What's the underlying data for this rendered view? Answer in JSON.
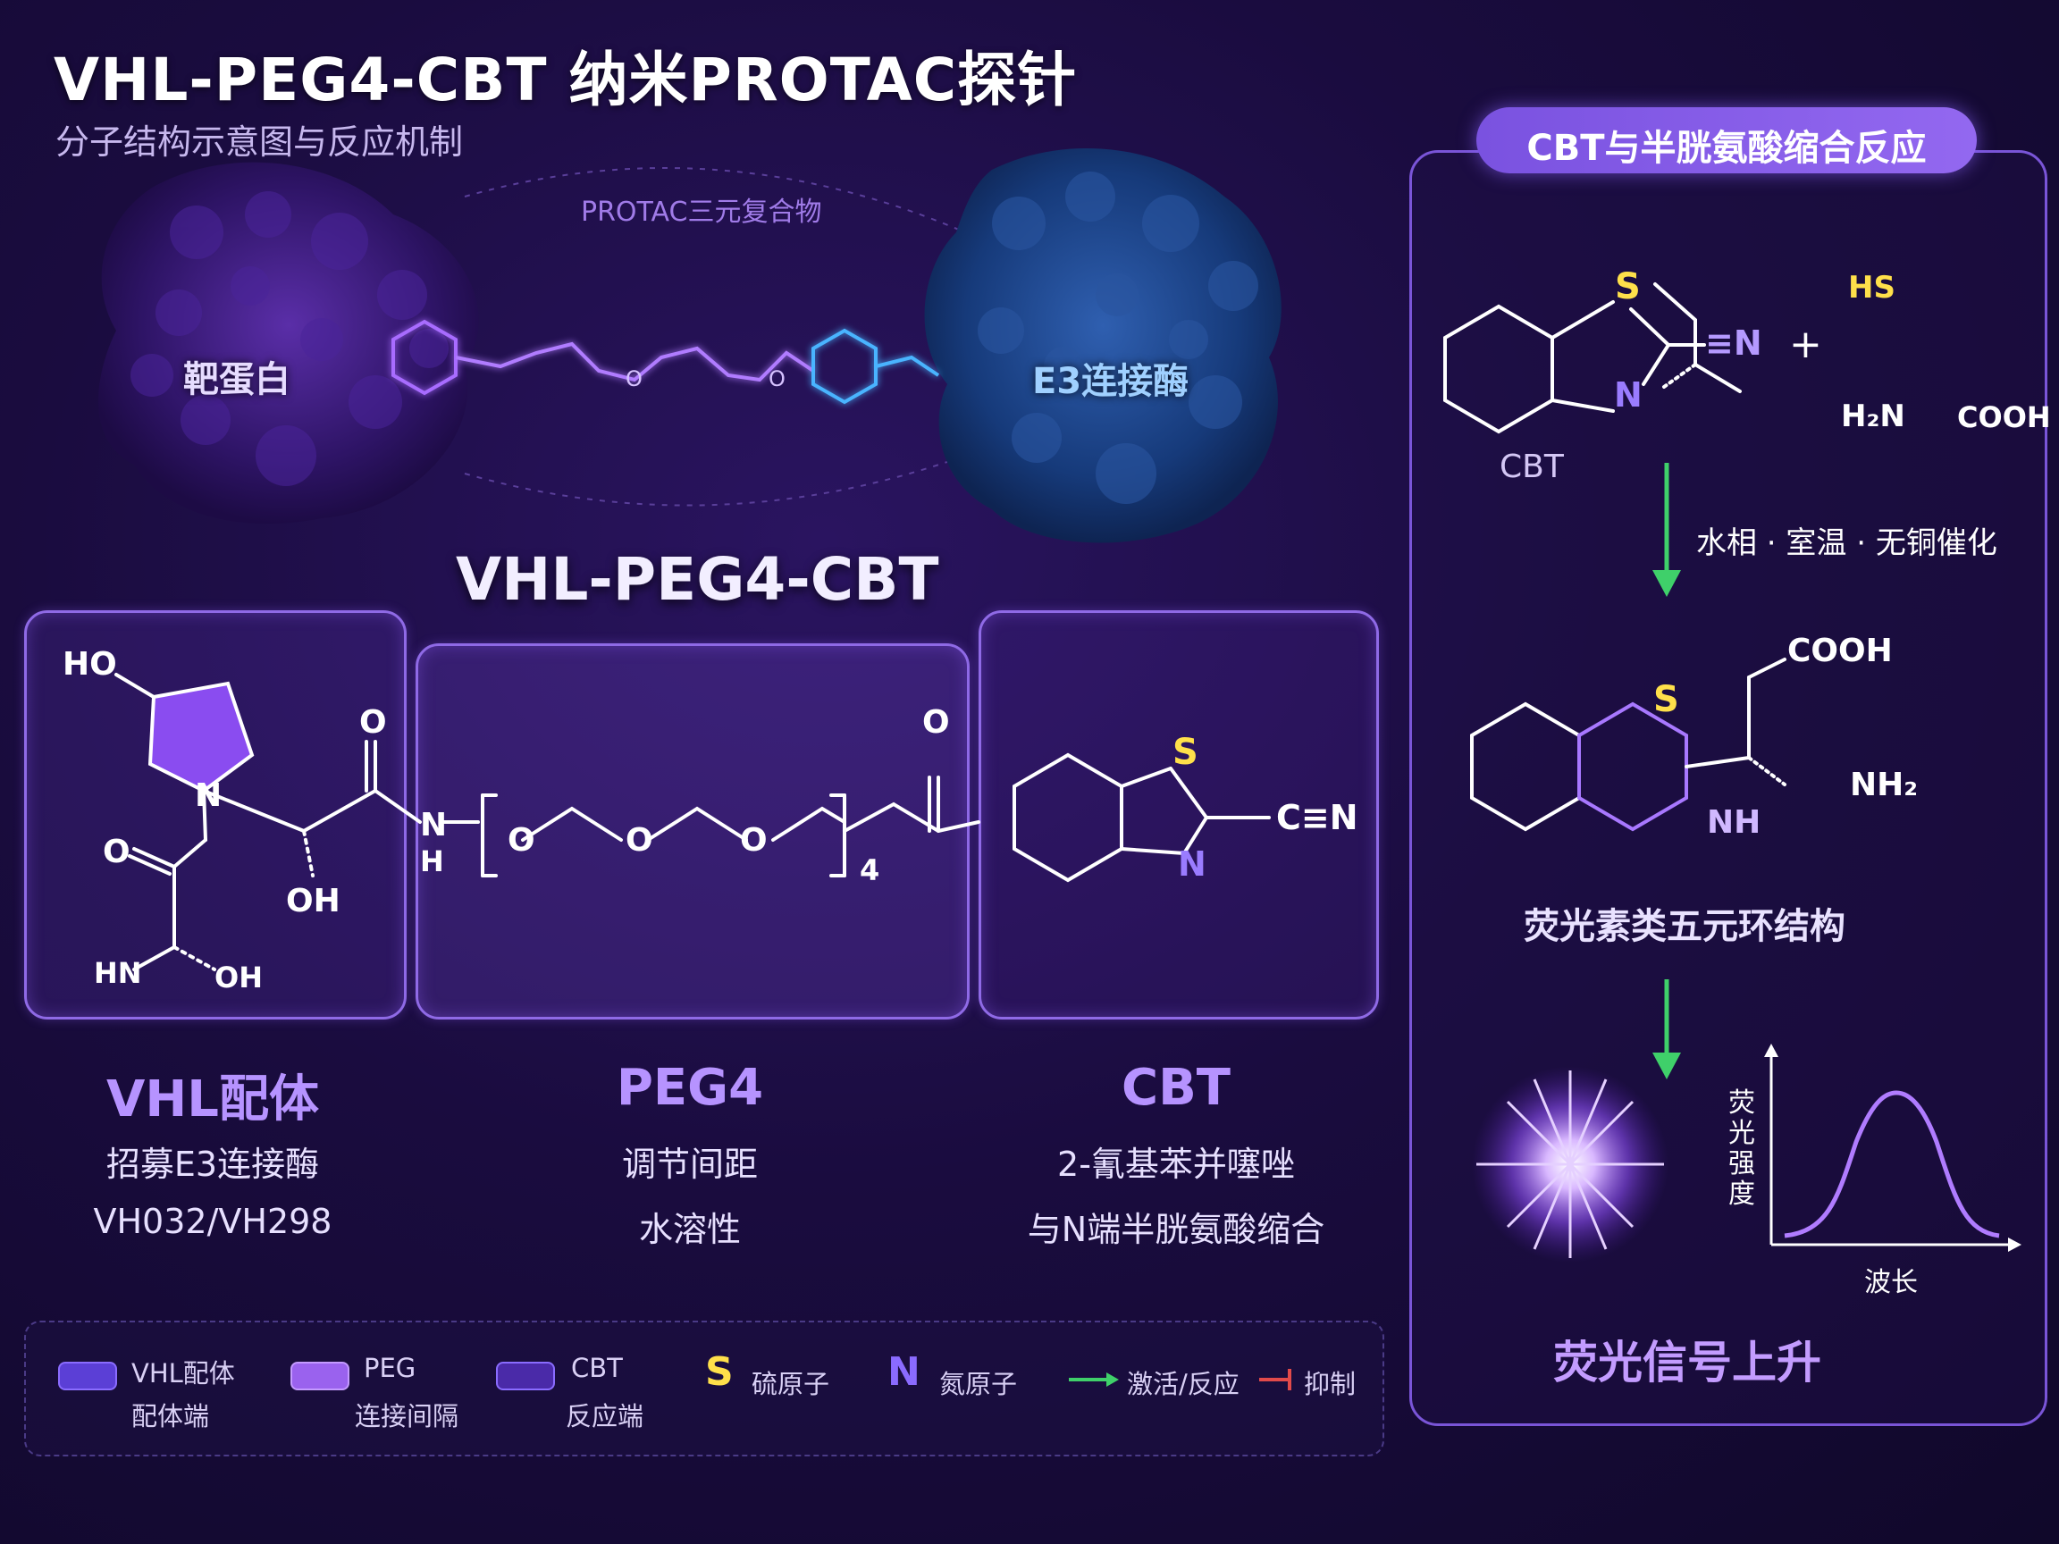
{
  "header": {
    "title": "VHL-PEG4-CBT 纳米PROTAC探针",
    "subtitle": "分子结构示意图与反应机制"
  },
  "complex": {
    "label": "PROTAC三元复合物",
    "target_protein": "靶蛋白",
    "e3_ligase": "E3连接酶"
  },
  "molecule": {
    "title": "VHL-PEG4-CBT",
    "atoms": {
      "ho": "HO",
      "n": "N",
      "o": "O",
      "oh": "OH",
      "hn": "HN",
      "nh_n": "N",
      "nh_h": "H",
      "s": "S",
      "cn": "C≡N",
      "sub4": "4"
    }
  },
  "segments": [
    {
      "title": "VHL配体",
      "line1": "招募E3连接酶",
      "line2": "VH032/VH298"
    },
    {
      "title": "PEG4",
      "line1": "调节间距",
      "line2": "水溶性"
    },
    {
      "title": "CBT",
      "line1": "2-氰基苯并噻唑",
      "line2": "与N端半胱氨酸缩合"
    }
  ],
  "legend": {
    "items": [
      {
        "line1": "VHL配体",
        "line2": "配体端",
        "color": "#5b3fd6"
      },
      {
        "line1": "PEG",
        "line2": "连接间隔",
        "color": "#9a62ee"
      },
      {
        "line1": "CBT",
        "line2": "反应端",
        "color": "#4a2aa8"
      }
    ],
    "sulfur": {
      "symbol": "S",
      "label": "硫原子",
      "color": "#ffe04a"
    },
    "nitrogen": {
      "symbol": "N",
      "label": "氮原子",
      "color": "#8b6bff"
    },
    "activate": {
      "label": "激活/反应",
      "color": "#3fd06a"
    },
    "inhibit": {
      "label": "抑制",
      "color": "#e24a4a"
    }
  },
  "reaction": {
    "header": "CBT与半胱氨酸缩合反应",
    "reactant1": {
      "s": "S",
      "n": "N",
      "cn": "≡N",
      "caption": "CBT"
    },
    "plus": "+",
    "reactant2": {
      "hs": "HS",
      "h2n": "H₂N",
      "cooh": "COOH"
    },
    "conditions": "水相 · 室温 · 无铜催化",
    "product": {
      "s": "S",
      "nh": "NH",
      "cooh": "COOH",
      "nh2": "NH₂"
    },
    "product_caption": "荧光素类五元环结构",
    "signal_caption": "荧光信号上升",
    "spectrum": {
      "x_label": "波长",
      "y_label": "荧光强度"
    }
  }
}
